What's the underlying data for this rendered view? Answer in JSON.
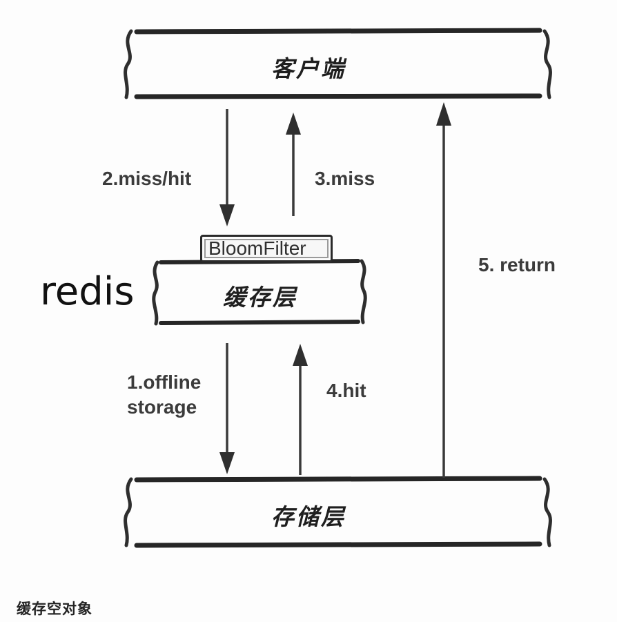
{
  "diagram": {
    "title_caption": "缓存空对象",
    "side_label": "redis",
    "nodes": [
      {
        "id": "client",
        "label": "客户端"
      },
      {
        "id": "cache",
        "label": "缓存层"
      },
      {
        "id": "storage",
        "label": "存储层"
      }
    ],
    "badge": {
      "label": "BloomFilter"
    },
    "flows": [
      {
        "id": "1",
        "label": "1.offline",
        "label_line2": "storage",
        "from": "cache",
        "to": "storage",
        "direction": "down"
      },
      {
        "id": "2",
        "label": "2.miss/hit",
        "from": "client",
        "to": "cache",
        "direction": "down"
      },
      {
        "id": "3",
        "label": "3.miss",
        "from": "cache",
        "to": "client",
        "direction": "up"
      },
      {
        "id": "4",
        "label": "4.hit",
        "from": "storage",
        "to": "cache",
        "direction": "up"
      },
      {
        "id": "5",
        "label": "5. return",
        "from": "storage",
        "to": "client",
        "direction": "up"
      }
    ],
    "colors": {
      "stroke": "#2a2a2a",
      "arrow": "#3a3a3a",
      "text": "#2b2b2b",
      "background": "#fdfdfd"
    }
  }
}
